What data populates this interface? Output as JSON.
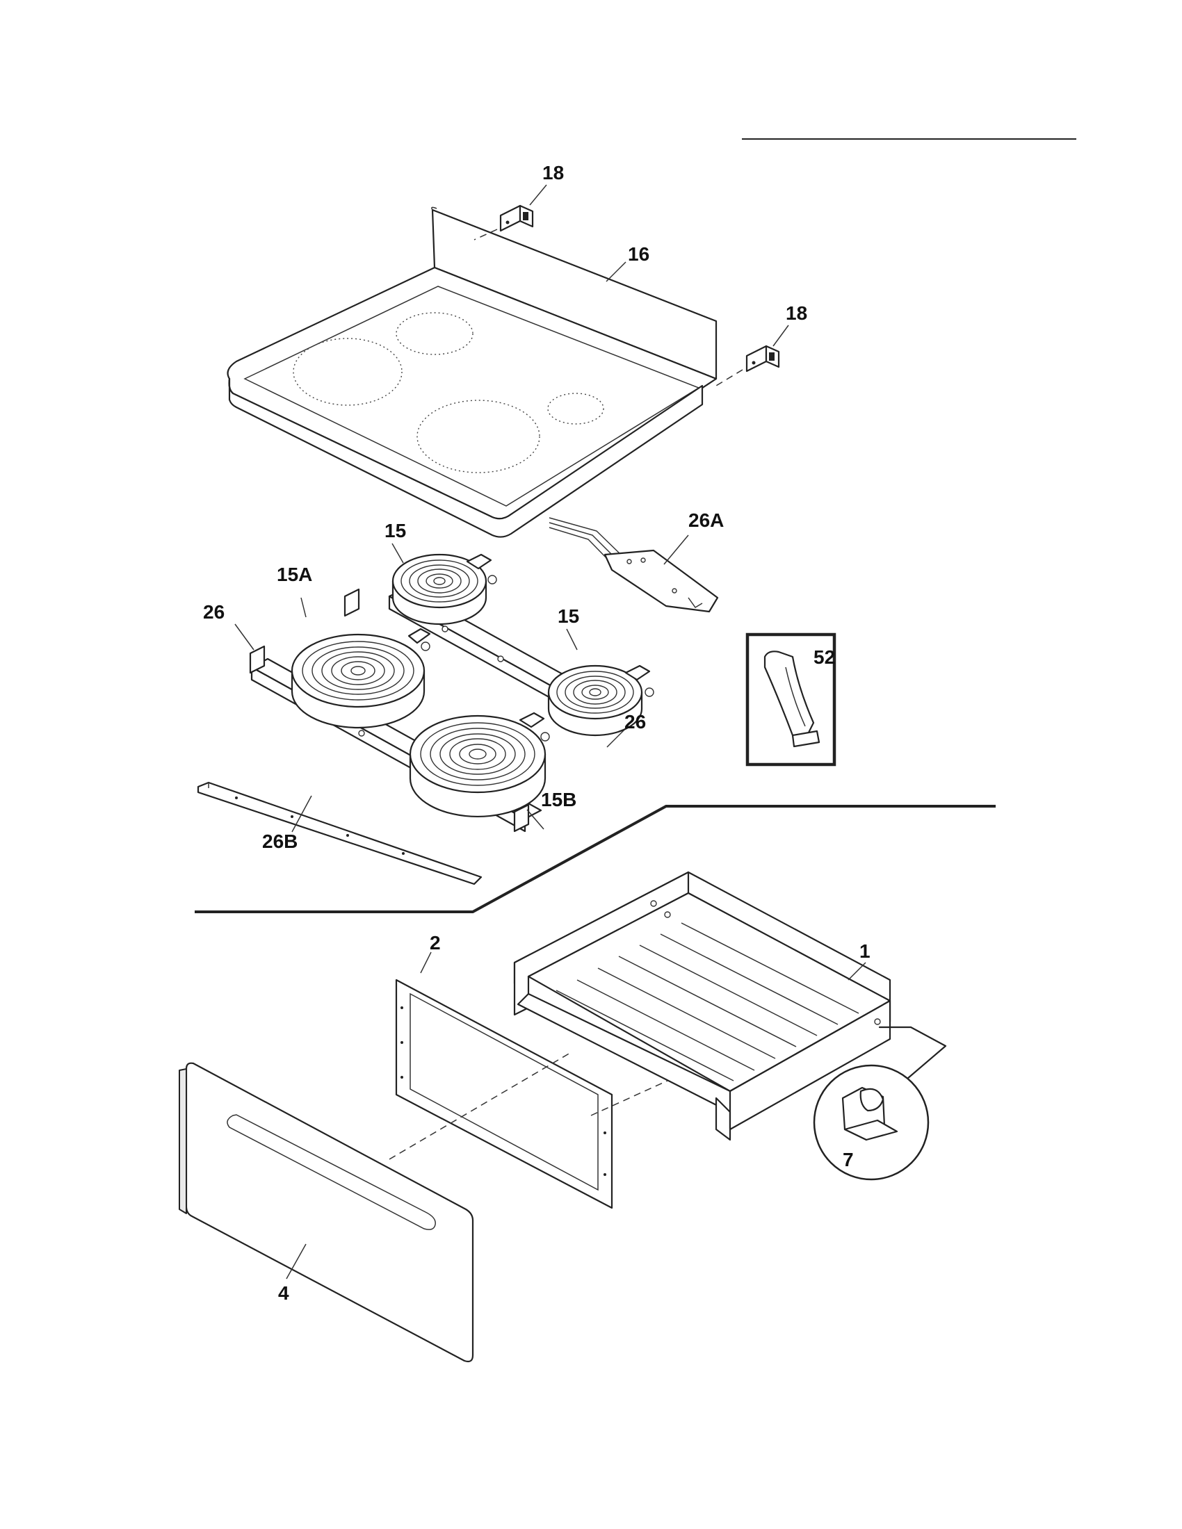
{
  "callouts": {
    "c18a": "18",
    "c16": "16",
    "c18b": "18",
    "c15a": "15",
    "c26a": "26A",
    "c15aa": "15A",
    "c26l": "26",
    "c15b_small": "15",
    "c52": "52",
    "c26r": "26",
    "c15b": "15B",
    "c26b": "26B",
    "c1": "1",
    "c2": "2",
    "c7": "7",
    "c4": "4"
  }
}
